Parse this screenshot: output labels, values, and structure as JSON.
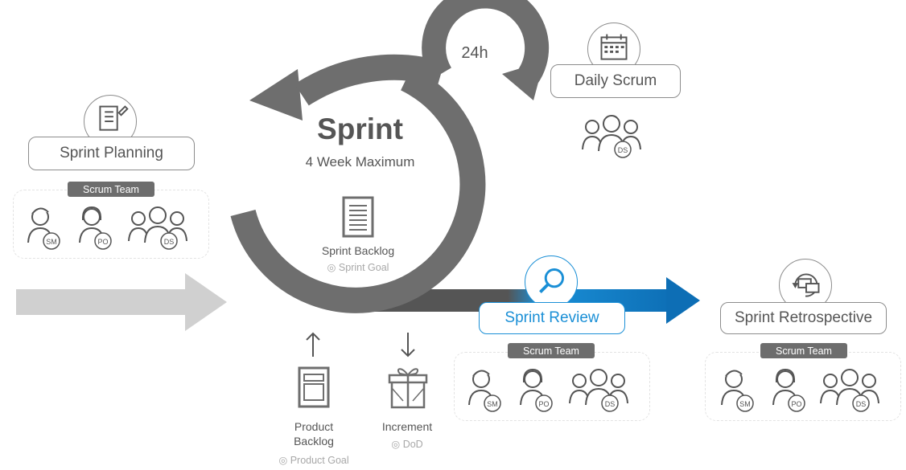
{
  "sprint": {
    "title": "Sprint",
    "duration": "4 Week Maximum",
    "daily_loop_label": "24h"
  },
  "sprint_backlog": {
    "label": "Sprint Backlog",
    "goal": "Sprint Goal"
  },
  "events": {
    "planning": "Sprint Planning",
    "daily": "Daily Scrum",
    "review": "Sprint Review",
    "retrospective": "Sprint Retrospective"
  },
  "team_label": "Scrum Team",
  "roles": {
    "sm": "SM",
    "po": "PO",
    "ds": "DS"
  },
  "artifacts": {
    "product_backlog": {
      "label_line1": "Product",
      "label_line2": "Backlog",
      "goal": "Product Goal"
    },
    "increment": {
      "label": "Increment",
      "dod": "DoD"
    }
  },
  "colors": {
    "gray_arrow": "#6e6e6e",
    "light_arrow": "#d0d0d0",
    "blue": "#1a8fd6"
  }
}
